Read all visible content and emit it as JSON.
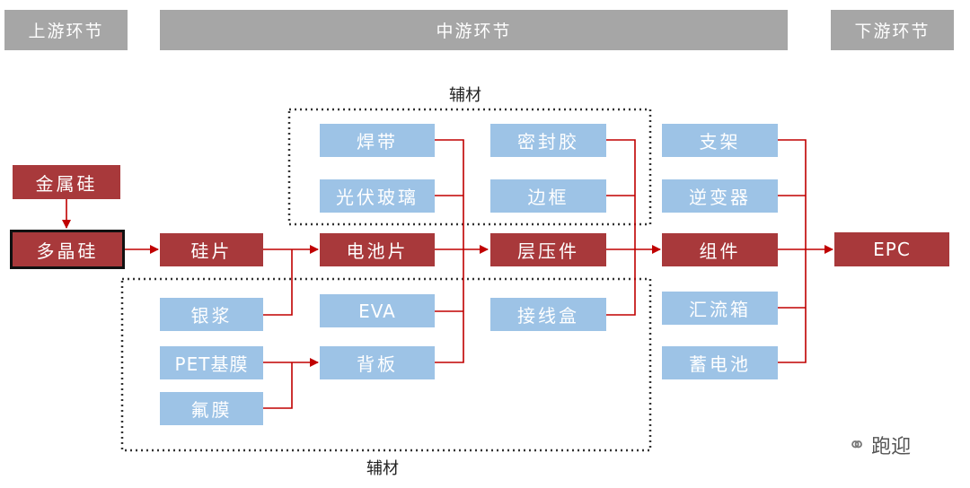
{
  "stages": {
    "upstream": "上游环节",
    "midstream": "中游环节",
    "downstream": "下游环节"
  },
  "aux_labels": {
    "top": "辅材",
    "bottom": "辅材"
  },
  "nodes": {
    "metal_silicon": "金属硅",
    "polysilicon": "多晶硅",
    "wafer": "硅片",
    "silver_paste": "银浆",
    "pet_film": "PET基膜",
    "fluoro_film": "氟膜",
    "ribbon": "焊带",
    "pv_glass": "光伏玻璃",
    "cell": "电池片",
    "eva": "EVA",
    "backsheet": "背板",
    "sealant": "密封胶",
    "frame": "边框",
    "laminate": "层压件",
    "junction_box": "接线盒",
    "bracket": "支架",
    "inverter": "逆变器",
    "module": "组件",
    "combiner_box": "汇流箱",
    "battery": "蓄电池",
    "epc": "EPC"
  },
  "watermark": "跑迎",
  "colors": {
    "header": "#a6a6a6",
    "main_node": "#a8393b",
    "aux_node": "#9dc3e6",
    "arrow": "#c00000"
  }
}
